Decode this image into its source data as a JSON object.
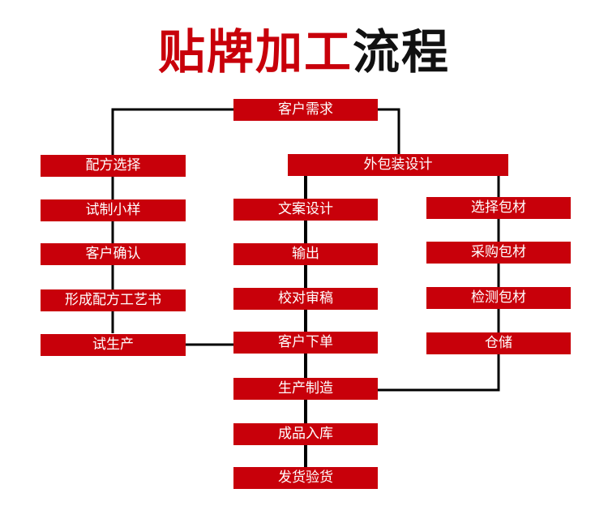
{
  "title": {
    "part1": "贴牌加工",
    "part2": "流程"
  },
  "colors": {
    "accent": "#c8000a",
    "line": "#000000",
    "text": "#ffffff"
  },
  "nodes": {
    "customer_demand": "客户需求",
    "formula_selection": "配方选择",
    "trial_sample": "试制小样",
    "customer_confirm": "客户确认",
    "formula_process": "形成配方工艺书",
    "trial_production": "试生产",
    "packaging_design": "外包装设计",
    "copy_design": "文案设计",
    "output": "输出",
    "proofreading": "校对审稿",
    "customer_order": "客户下单",
    "manufacturing": "生产制造",
    "warehousing_products": "成品入库",
    "shipping_inspection": "发货验货",
    "select_material": "选择包材",
    "purchase_material": "采购包材",
    "inspect_material": "检测包材",
    "storage": "仓储"
  }
}
